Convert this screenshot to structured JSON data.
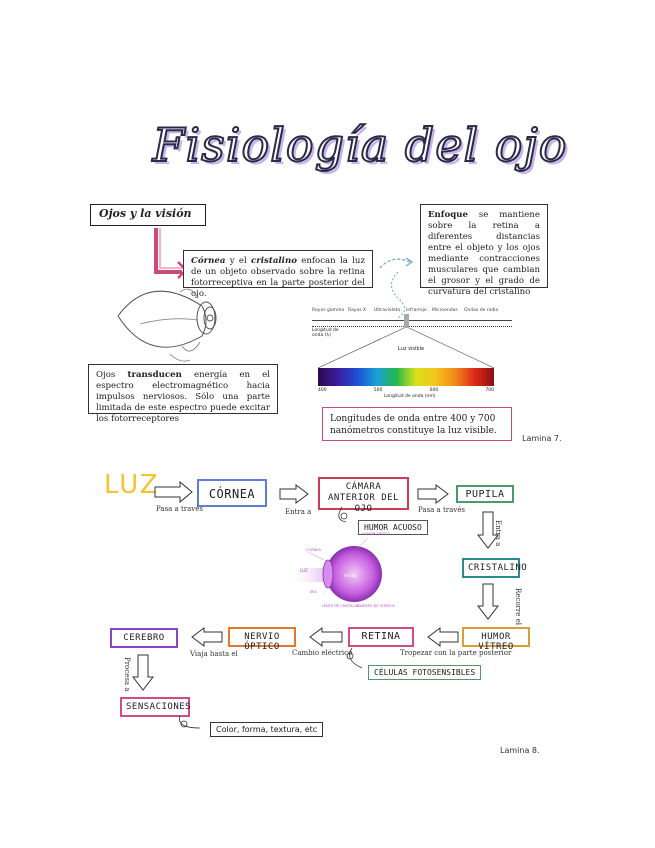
{
  "title": "Fisiología del ojo",
  "section": "Ojos y la visión",
  "cornea_text": {
    "b1": "Córnea",
    "m1": " y el ",
    "b2": "cristalino",
    "rest": " enfocan la luz de un objeto observado sobre la retina fotorreceptiva en la parte posterior del ojo."
  },
  "enfoque_text": {
    "b": "Enfoque",
    "rest": " se mantiene sobre la retina a diferentes distancias entre el objeto y los ojos mediante contracciones musculares que cambian el grosor y el grado de curvatura del cristalino"
  },
  "ojos_text": {
    "p1": "Ojos ",
    "b": "transducen",
    "rest": " energía en el espectro electromagnético hacia impulsos nerviosos. Sólo una parte limitada de este espectro puede excitar los fotorreceptores"
  },
  "longitudes_text": "Longitudes de onda entre 400 y 700 nanómetros constituye la luz visible.",
  "spectrum": {
    "bands": [
      "Rayos gamma",
      "Rayos X",
      "Ultravioleta",
      "Infrarrojo",
      "Microondas",
      "Ondas de radio"
    ],
    "axis_label": "Longitud de onda (λ)",
    "visible_label": "Luz visible",
    "ticks": [
      "400",
      "500",
      "600",
      "700"
    ],
    "nm_label": "Longitud de onda (nm)"
  },
  "lamina7": "Lamina 7.",
  "lamina8": "Lamina 8.",
  "flow": {
    "luz": "LUZ",
    "cornea": "CÓRNEA",
    "camara": "CÁMARA ANTERIOR DEL OJO",
    "pupila": "PUPILA",
    "humor_acuoso": "HUMOR ACUOSO",
    "cristalino": "CRISTALINO",
    "humor_vitreo": "HUMOR VÍTREO",
    "retina": "RETINA",
    "nervio": "NERVIO ÓPTICO",
    "cerebro": "CEREBRO",
    "celulas": "CÉLULAS FOTOSENSIBLES",
    "sensaciones": "SENSACIONES",
    "color": "Color, forma, textura, etc"
  },
  "labels": {
    "pasa1": "Pasa a través",
    "entra1": "Entra a",
    "pasa2": "Pasa a través",
    "entra2": "Entra a",
    "recorre": "Recorre el",
    "tropezar": "Tropezar con la parte posterior",
    "cambio": "Cambio eléctrico",
    "viaja": "Viaja hasta el",
    "procesa": "Procesa a"
  },
  "eye_labels": {
    "cornea": "CORNEA",
    "humor": "HUMOR OPTICO",
    "luz": "LUZ",
    "retina": "RETINA",
    "iris": "IRIS",
    "lente": "LENTE DE CRISTALINO",
    "cuerpo": "CUERPO DE VITREOS"
  },
  "colors": {
    "title_fill": "#ffffff",
    "title_shadow": "#c9b3ea",
    "luz": "#f2c531",
    "pink": "#cc4a77",
    "eye": "#b44fd6"
  }
}
